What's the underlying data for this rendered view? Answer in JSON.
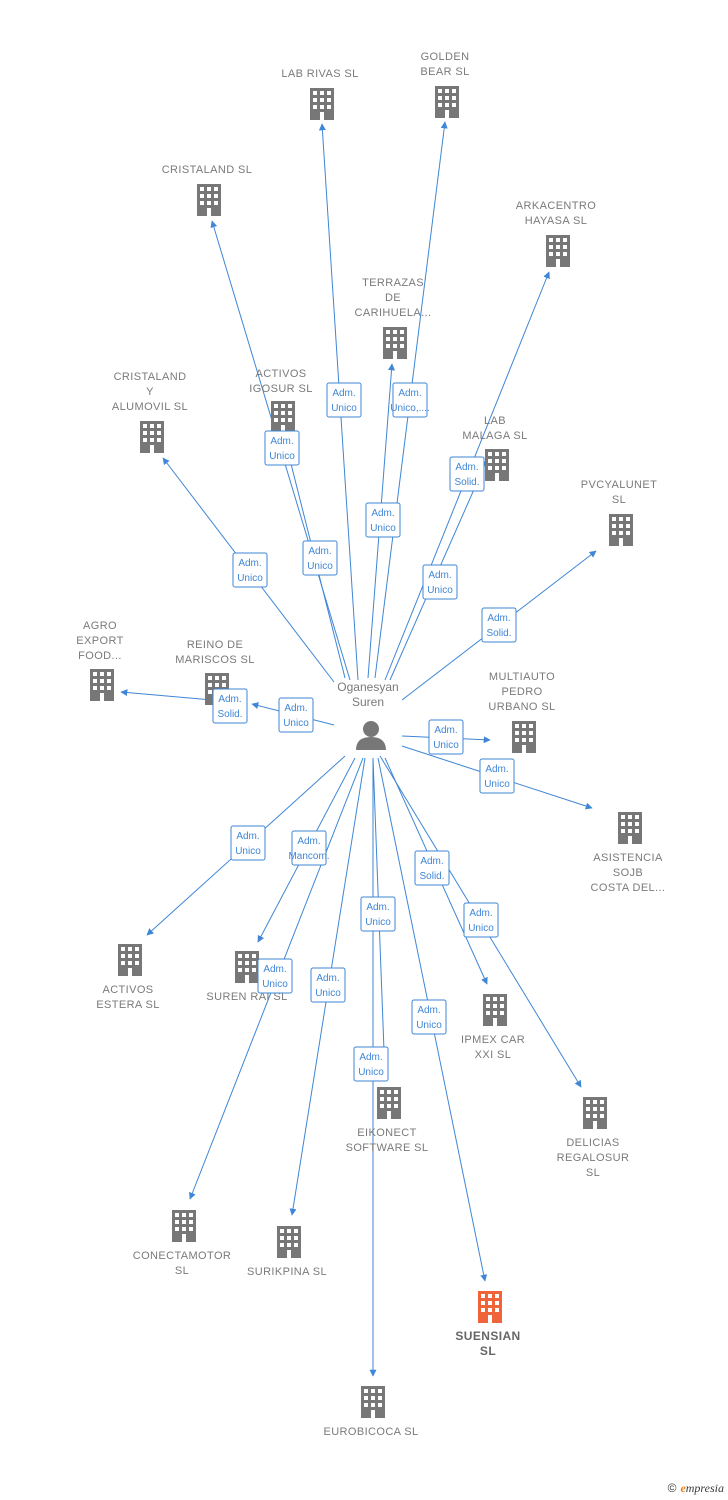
{
  "center": {
    "name_lines": [
      "Oganesyan",
      "Suren"
    ],
    "icon": "person-icon"
  },
  "colors": {
    "edge": "#3f86d6",
    "building": "#777777",
    "highlight": "#f0643a"
  },
  "companies": [
    {
      "id": "lab-rivas",
      "lines": [
        "LAB RIVAS SL"
      ],
      "role": [
        "Adm.",
        "Unico"
      ]
    },
    {
      "id": "golden-bear",
      "lines": [
        "GOLDEN",
        "BEAR SL"
      ],
      "role": [
        "Adm.",
        "Unico,...."
      ]
    },
    {
      "id": "cristaland",
      "lines": [
        "CRISTALAND SL"
      ],
      "role": [
        "Adm.",
        "Unico"
      ]
    },
    {
      "id": "arkacentro",
      "lines": [
        "ARKACENTRO",
        "HAYASA SL"
      ],
      "role": [
        "Adm.",
        "Solid."
      ]
    },
    {
      "id": "terrazas",
      "lines": [
        "TERRAZAS",
        "DE",
        "CARIHUELA..."
      ],
      "role": [
        "Adm.",
        "Unico"
      ]
    },
    {
      "id": "activos-igosur",
      "lines": [
        "ACTIVOS",
        "IGOSUR  SL"
      ],
      "role": [
        "Adm.",
        "Unico"
      ]
    },
    {
      "id": "cristaland-alumovil",
      "lines": [
        "CRISTALAND",
        "Y",
        "ALUMOVIL  SL"
      ],
      "role": [
        "Adm.",
        "Unico"
      ]
    },
    {
      "id": "lab-malaga",
      "lines": [
        "LAB",
        "MALAGA SL"
      ],
      "role": [
        "Adm.",
        "Unico"
      ]
    },
    {
      "id": "pvcyalunet",
      "lines": [
        "PVCYALUNET",
        "SL"
      ],
      "role": [
        "Adm.",
        "Solid."
      ]
    },
    {
      "id": "agro-export",
      "lines": [
        "AGRO",
        "EXPORT",
        "FOOD..."
      ],
      "role": [
        "Adm.",
        "Solid."
      ]
    },
    {
      "id": "reino-mariscos",
      "lines": [
        "REINO DE",
        "MARISCOS SL"
      ],
      "role": [
        "Adm.",
        "Unico"
      ]
    },
    {
      "id": "multiauto",
      "lines": [
        "MULTIAUTO",
        "PEDRO",
        "URBANO SL"
      ],
      "role": [
        "Adm.",
        "Unico"
      ]
    },
    {
      "id": "asistencia",
      "lines": [
        "ASISTENCIA",
        "SOJB",
        "COSTA DEL..."
      ],
      "role": [
        "Adm.",
        "Unico"
      ]
    },
    {
      "id": "activos-estera",
      "lines": [
        "ACTIVOS",
        "ESTERA  SL"
      ],
      "role": [
        "Adm.",
        "Unico"
      ]
    },
    {
      "id": "suren-rai",
      "lines": [
        "SUREN RAI SL"
      ],
      "role": [
        "Adm.",
        "Mancom."
      ]
    },
    {
      "id": "ipmex",
      "lines": [
        "IPMEX CAR",
        "XXI SL"
      ],
      "role": [
        "Adm.",
        "Solid."
      ]
    },
    {
      "id": "delicias",
      "lines": [
        "DELICIAS",
        "REGALOSUR",
        "SL"
      ],
      "role": [
        "Adm.",
        "Unico"
      ]
    },
    {
      "id": "eikonect",
      "lines": [
        "EIKONECT",
        "SOFTWARE SL"
      ],
      "role": [
        "Adm.",
        "Unico"
      ]
    },
    {
      "id": "conectamotor",
      "lines": [
        "CONECTAMOTOR",
        "SL"
      ],
      "role": [
        "Adm.",
        "Unico"
      ]
    },
    {
      "id": "surikpina",
      "lines": [
        "SURIKPINA  SL"
      ],
      "role": [
        "Adm.",
        "Unico"
      ]
    },
    {
      "id": "suensian",
      "lines": [
        "SUENSIAN",
        "SL"
      ],
      "role": [
        "Adm.",
        "Unico"
      ],
      "highlight": true
    },
    {
      "id": "eurobicoca",
      "lines": [
        "EUROBICOCA SL"
      ],
      "role": [
        "Adm.",
        "Unico"
      ]
    }
  ],
  "footer": {
    "copyright": "©",
    "brand_initial": "e",
    "brand_rest": "mpresia"
  }
}
